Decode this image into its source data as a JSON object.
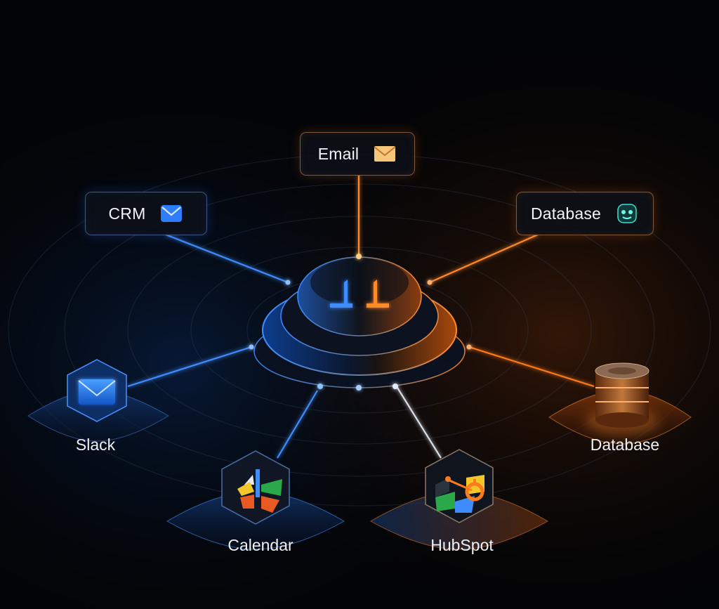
{
  "labels": {
    "email": "Email",
    "crm": "CRM",
    "database_card": "Database",
    "slack": "Slack",
    "calendar": "Calendar",
    "hubspot": "HubSpot",
    "database_node": "Database"
  },
  "colors": {
    "blue_glow": "#2f7dff",
    "orange_glow": "#ff7a1a",
    "background": "#030406"
  },
  "icons": {
    "email": "envelope-icon",
    "crm": "envelope-icon",
    "database_card": "robot-face-icon",
    "slack": "envelope-icon",
    "calendar": "calendar-app-icon",
    "hubspot": "hubspot-logo-icon",
    "database_node": "database-cylinder-icon",
    "hub": "hub-logo-icon"
  }
}
